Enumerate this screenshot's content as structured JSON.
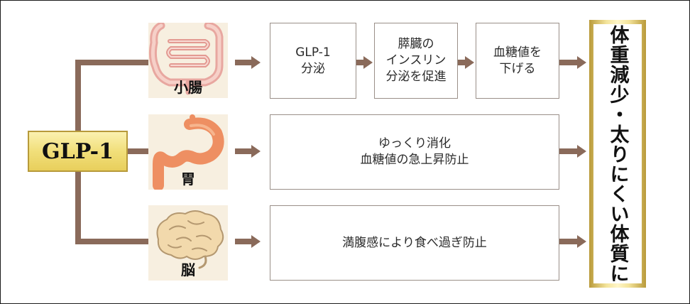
{
  "source": {
    "label": "GLP-1"
  },
  "organs": [
    {
      "label": "小腸",
      "icon": "small-intestine-icon"
    },
    {
      "label": "胃",
      "icon": "stomach-icon"
    },
    {
      "label": "脳",
      "icon": "brain-icon"
    }
  ],
  "rows": {
    "intestine": {
      "steps": [
        "GLP-1\n分泌",
        "膵臓の\nインスリン\n分泌を促進",
        "血糖値を\n下げる"
      ]
    },
    "stomach": {
      "effect": "ゆっくり消化\n血糖値の急上昇防止"
    },
    "brain": {
      "effect": "満腹感により食べ過ぎ防止"
    }
  },
  "result": {
    "label": "体重減少・太りにくい体質に"
  },
  "colors": {
    "connector": "#8a6a5a",
    "gold": "#e8cf5c",
    "organ_bg": "#f7efe0"
  }
}
